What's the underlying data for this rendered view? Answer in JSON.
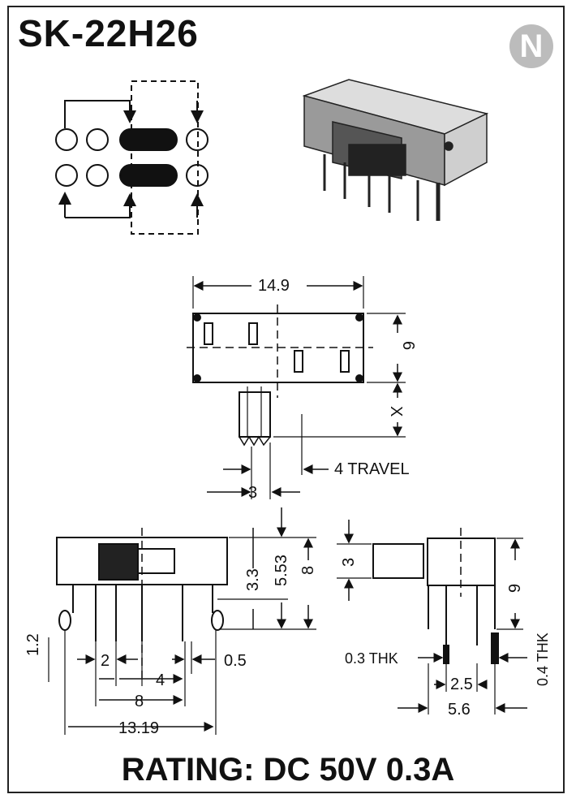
{
  "title": "SK-22H26",
  "rating": "RATING: DC 50V 0.3A",
  "logo_letter": "N",
  "dimensions": {
    "width_top": "14.9",
    "height_top": "6",
    "actuator_x": "X",
    "travel": "4 TRAVEL",
    "actuator_w": "3",
    "body_h": "8",
    "body_h2": "5.53",
    "pin_off": "3.3",
    "pin_len": "1.2",
    "pitch": "2",
    "pitch_4": "4",
    "pitch_8": "8",
    "overall": "13.19",
    "pin_w": "0.5",
    "side_act": "3",
    "side_h": "9",
    "thk_left": "0.3 THK",
    "thk_right": "0.4 THK",
    "side_pitch": "2.5",
    "side_w": "5.6"
  },
  "colors": {
    "ink": "#111111",
    "gray": "#bcbcbc"
  }
}
